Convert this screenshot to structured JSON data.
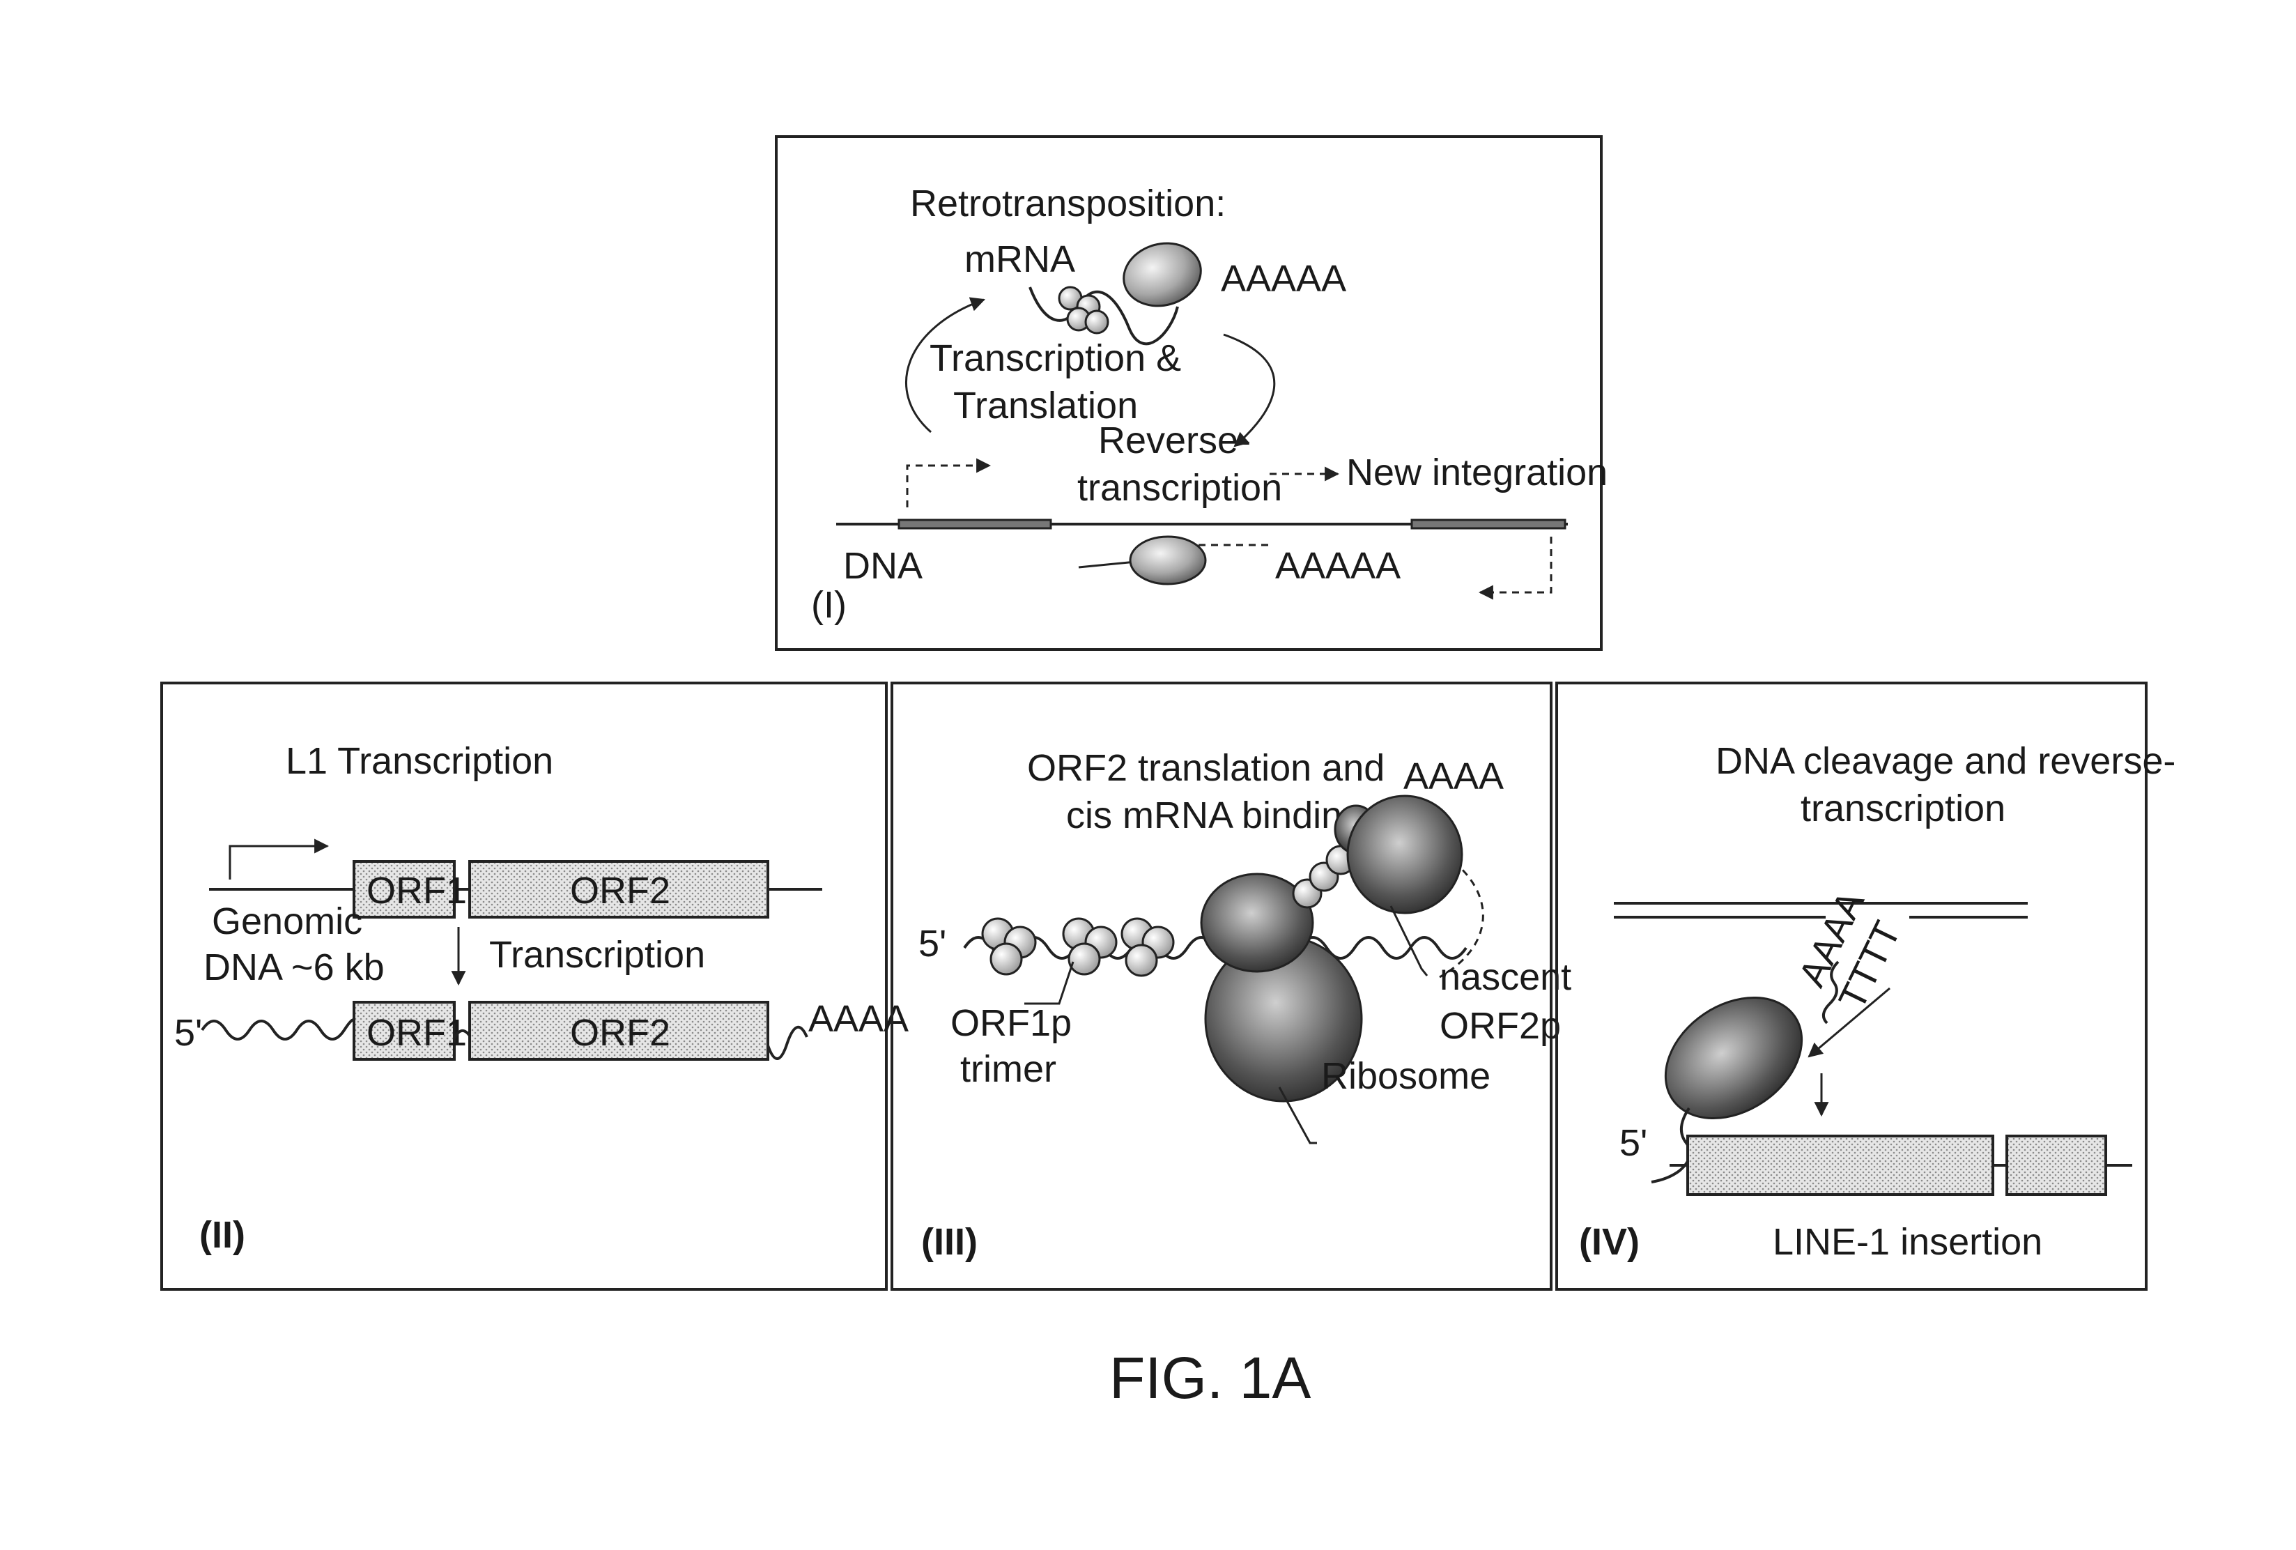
{
  "panel1": {
    "title": "Retrotransposition:",
    "mrna": "mRNA",
    "polyA_top": "AAAAA",
    "transcription_translation": [
      "Transcription &",
      "Translation"
    ],
    "reverse_transcription": [
      "Reverse-",
      "transcription"
    ],
    "new_integration": "New integration",
    "dna": "DNA",
    "polyA_bottom": "AAAAA",
    "numeral": "(I)"
  },
  "panel2": {
    "title": "L1 Transcription",
    "orf1": "ORF1",
    "orf2": "ORF2",
    "genomic": [
      "Genomic",
      "DNA ~6 kb"
    ],
    "transcription": "Transcription",
    "five_prime": "5'",
    "orf1_b": "ORF1",
    "orf2_b": "ORF2",
    "polyA": "AAAA",
    "numeral": "(II)"
  },
  "panel3": {
    "title": [
      "ORF2 translation and",
      "cis mRNA binding"
    ],
    "polyA": "AAAA",
    "five_prime": "5'",
    "orf1p": [
      "ORF1p",
      "trimer"
    ],
    "nascent": [
      "nascent",
      "ORF2p"
    ],
    "ribosome": "Ribosome",
    "numeral": "(III)"
  },
  "panel4": {
    "title": [
      "DNA cleavage and reverse-",
      "transcription"
    ],
    "polyA": "AAAA",
    "polyT": "TTTT",
    "five_prime": "5'",
    "insertion": "LINE-1 insertion",
    "numeral": "(IV)"
  },
  "figure_label": "FIG. 1A"
}
